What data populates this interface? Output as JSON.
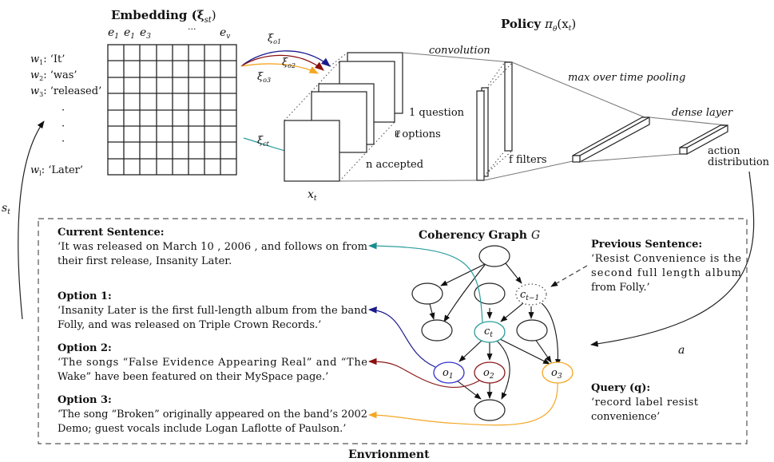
{
  "embedding": {
    "title": "Embedding (ξ",
    "title_sub": "st",
    "title_close": ")",
    "columns": [
      "e1",
      "e1",
      "e3",
      "···",
      "ev"
    ],
    "col_labels": [
      {
        "base": "e",
        "sub": "1"
      },
      {
        "base": "e",
        "sub": "1"
      },
      {
        "base": "e",
        "sub": "3"
      },
      {
        "base": "···",
        "sub": ""
      },
      {
        "base": "e",
        "sub": "v"
      }
    ],
    "words": [
      {
        "w": "w",
        "sub": "1",
        "text": ": ‘It’"
      },
      {
        "w": "w",
        "sub": "2",
        "text": ": ‘was’"
      },
      {
        "w": "w",
        "sub": "3",
        "text": ": ‘released’"
      },
      {
        "w": "w",
        "sub": "l",
        "text": ": ‘Later’"
      }
    ],
    "ellipsis": "·",
    "grid_rows": 8,
    "grid_cols": 8
  },
  "arrows_to_input": [
    {
      "label": "ξ",
      "sub": "o1",
      "color": "#1a1a8c"
    },
    {
      "label": "ξ",
      "sub": "o2",
      "color": "#8b1a1a"
    },
    {
      "label": "ξ",
      "sub": "o3",
      "color": "#f5a623"
    },
    {
      "label": "ξ",
      "sub": "ct",
      "color": "#2a9d9d"
    }
  ],
  "input": {
    "label": "x",
    "label_sub": "t",
    "stack_labels": [
      "1 question",
      "ℓ options",
      "n accepted"
    ]
  },
  "policy": {
    "title_bold": "Policy",
    "title_math": "π",
    "title_sub": "θ",
    "title_arg": "(x",
    "title_arg_sub": "t",
    "title_close": ")",
    "convolution_label": "convolution",
    "filters_label": "f filters",
    "pooling_label": "max over time pooling",
    "dense_label": "dense layer",
    "output_label_1": "action",
    "output_label_2": "distribution"
  },
  "loop": {
    "state_label": "s",
    "state_sub": "t",
    "action_label": "a"
  },
  "environment": {
    "title": "Envrionment",
    "current_sentence": {
      "heading": "Current Sentence:",
      "lines": [
        "‘It was released on March 10 , 2006 , and follows on from",
        "their first release, Insanity Later."
      ]
    },
    "options": [
      {
        "heading": "Option 1:",
        "lines": [
          "‘Insanity Later is the first full-length album from the band",
          "Folly, and was released on Triple Crown Records.’"
        ],
        "color": "#1a1a8c"
      },
      {
        "heading": "Option 2:",
        "lines": [
          "‘The songs “False Evidence Appearing Real” and “The",
          "Wake” have been featured on their MySpace page.’"
        ],
        "color": "#8b1a1a"
      },
      {
        "heading": "Option 3:",
        "lines": [
          "‘The song “Broken” originally appeared on the band’s 2002",
          "Demo; guest vocals include Logan Laflotte of Paulson.’"
        ],
        "color": "#f5a623"
      }
    ],
    "previous_sentence": {
      "heading": "Previous Sentence:",
      "lines": [
        "‘Resist Convenience is the",
        "second full length album",
        "from Folly.’"
      ]
    },
    "query": {
      "heading": "Query (q):",
      "lines": [
        "‘record label resist",
        "convenience’"
      ]
    },
    "graph": {
      "title": "Coherency Graph G",
      "title_bold": "Coherency Graph",
      "title_var": "G",
      "nodes": [
        {
          "id": "root",
          "label": ""
        },
        {
          "id": "n1",
          "label": ""
        },
        {
          "id": "n2",
          "label": ""
        },
        {
          "id": "ct-1",
          "label": "c",
          "sub": "t−1"
        },
        {
          "id": "n3",
          "label": ""
        },
        {
          "id": "ct",
          "label": "c",
          "sub": "t",
          "color": "#2a9d9d"
        },
        {
          "id": "n4",
          "label": ""
        },
        {
          "id": "o1",
          "label": "o",
          "sub": "1",
          "color": "#1a1a8c"
        },
        {
          "id": "o2",
          "label": "o",
          "sub": "2",
          "color": "#8b1a1a"
        },
        {
          "id": "o3",
          "label": "o",
          "sub": "3",
          "color": "#f5a623"
        },
        {
          "id": "sink",
          "label": ""
        }
      ]
    }
  },
  "colors": {
    "teal": "#2a9d9d",
    "blue": "#1a1a8c",
    "darkred": "#8b1a1a",
    "orange": "#f5a623",
    "o1_node": "#3333cc",
    "line": "#222222"
  }
}
